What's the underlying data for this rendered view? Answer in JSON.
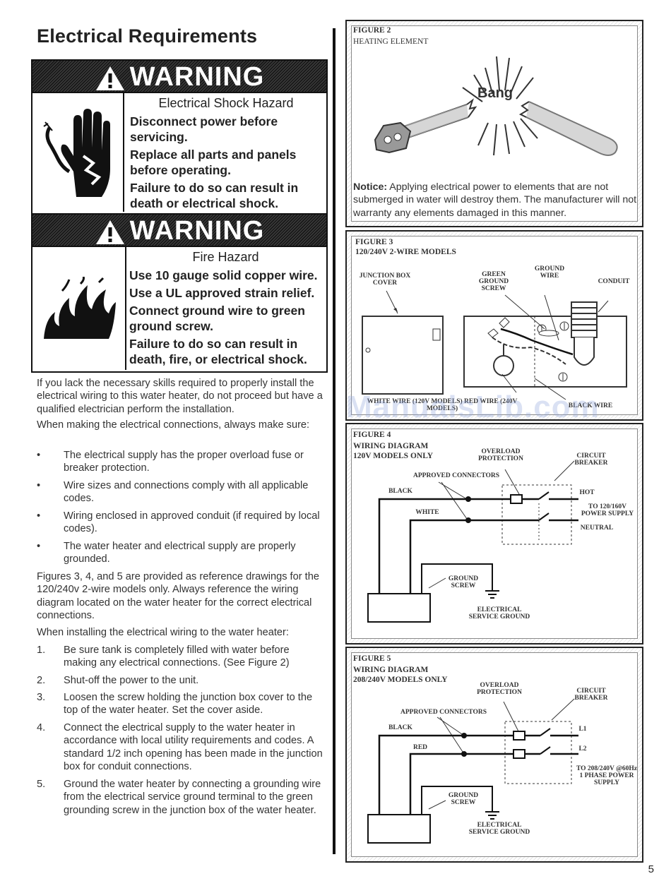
{
  "page_title": "Electrical Requirements",
  "warning1": {
    "header": "WARNING",
    "hazard": "Electrical Shock Hazard",
    "lines": [
      "Disconnect power before servicing.",
      "Replace all parts and panels before operating.",
      "Failure to do so can result in death or electrical shock."
    ]
  },
  "warning2": {
    "header": "WARNING",
    "hazard": "Fire Hazard",
    "lines": [
      "Use 10 gauge solid copper wire.",
      "Use a UL approved strain relief.",
      "Connect ground wire to green ground screw.",
      "Failure to do so can result in death, fire, or electrical shock."
    ]
  },
  "intro": "If you lack the necessary skills required to properly install the electrical wiring to this water heater, do not proceed but have a qualified electrician perform the installation.",
  "always_make_sure": "When making the electrical connections, always make sure:",
  "bullets": [
    "The electrical supply has the proper overload fuse or breaker protection.",
    "Wire sizes and connections comply with all applicable codes.",
    "Wiring enclosed in approved conduit (if required by local codes).",
    "The water heater and electrical supply are properly grounded."
  ],
  "figures_note": "Figures 3, 4, and 5 are provided as reference drawings for the 120/240v 2-wire models only. Always reference the wiring diagram located on the water heater for the correct electrical connections.",
  "installing_intro": "When installing the electrical wiring to the water heater:",
  "steps": [
    {
      "n": "1.",
      "text": "Be sure tank is completely filled with water before making any electrical connections. (See Figure 2)"
    },
    {
      "n": "2.",
      "text": "Shut-off the power to the unit."
    },
    {
      "n": "3.",
      "text": "Loosen the screw holding the junction box cover to the top of the water heater. Set the cover aside."
    },
    {
      "n": "4.",
      "text": "Connect the electrical supply to the water heater in accordance with local utility requirements and codes. A standard 1/2 inch opening has been made in the junction box for conduit connections."
    },
    {
      "n": "5.",
      "text": "Ground the water heater by connecting a grounding wire from the electrical service ground terminal to the green grounding screw in the junction box of the water heater."
    }
  ],
  "figure2": {
    "label": "FIGURE 2",
    "title": "HEATING ELEMENT",
    "bang": "Bang",
    "notice_label": "Notice:",
    "notice_text": "Applying electrical power to elements that are not submerged in water will destroy them. The manufacturer will not warranty any elements damaged in this manner."
  },
  "figure3": {
    "label": "FIGURE 3",
    "title": "120/240V 2-WIRE MODELS",
    "junction_box_cover": "JUNCTION BOX COVER",
    "green_ground_screw": "GREEN GROUND SCREW",
    "ground_wire": "GROUND WIRE",
    "conduit": "CONDUIT",
    "white_red_wire": "WHITE WIRE (120V MODELS) RED WIRE (240V MODELS)",
    "black_wire": "BLACK WIRE"
  },
  "figure4": {
    "label": "FIGURE 4",
    "title1": "WIRING DIAGRAM",
    "title2": "120V MODELS ONLY",
    "overload": "OVERLOAD PROTECTION",
    "breaker": "CIRCUIT BREAKER",
    "connectors": "APPROVED CONNECTORS",
    "black": "BLACK",
    "white": "WHITE",
    "hot": "HOT",
    "supply": "TO 120/160V POWER SUPPLY",
    "neutral": "NEUTRAL",
    "ground_screw": "GROUND SCREW",
    "service_ground": "ELECTRICAL SERVICE GROUND"
  },
  "figure5": {
    "label": "FIGURE 5",
    "title1": "WIRING DIAGRAM",
    "title2": "208/240V MODELS ONLY",
    "overload": "OVERLOAD PROTECTION",
    "breaker": "CIRCUIT BREAKER",
    "connectors": "APPROVED CONNECTORS",
    "black": "BLACK",
    "red": "RED",
    "l1": "L1",
    "l2": "L2",
    "supply": "TO 208/240V @60Hz 1 PHASE POWER SUPPLY",
    "ground_screw": "GROUND SCREW",
    "service_ground": "ELECTRICAL SERVICE GROUND"
  },
  "watermark": "ManualsLib.com",
  "page_number": "5"
}
